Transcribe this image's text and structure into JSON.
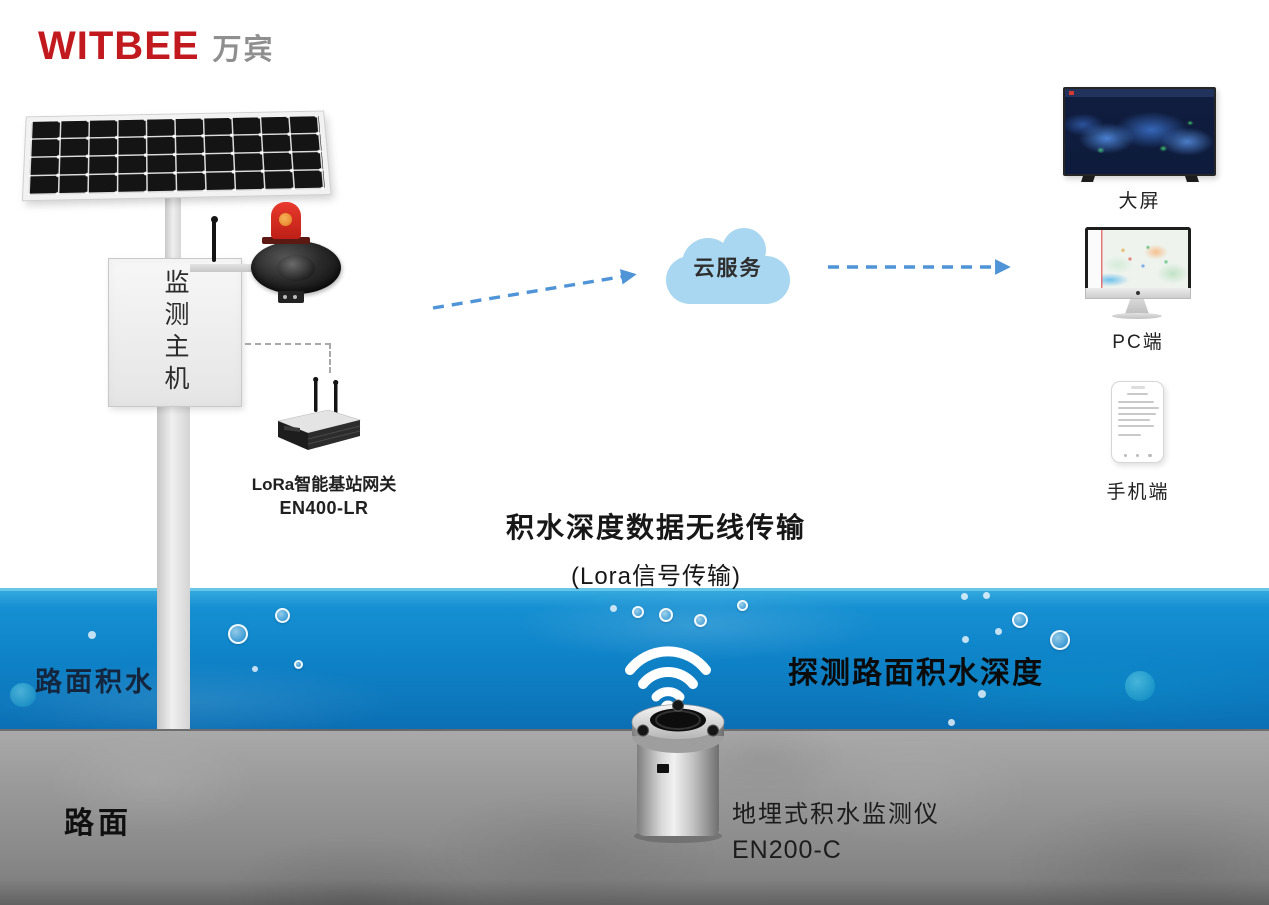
{
  "logo": {
    "brand": "WITBEE",
    "suffix": "万宾"
  },
  "station": {
    "host_label": "监测主机",
    "gateway_name": "LoRa智能基站网关",
    "gateway_model": "EN400-LR"
  },
  "cloud": {
    "label": "云服务"
  },
  "terminals": {
    "big_screen_label": "大屏",
    "pc_label": "PC端",
    "mobile_label": "手机端"
  },
  "transmission": {
    "line1": "积水深度数据无线传输",
    "line2": "(Lora信号传输)"
  },
  "scene": {
    "water_label": "路面积水",
    "road_label": "路面",
    "detect_label": "探测路面积水深度"
  },
  "sensor": {
    "name": "地埋式积水监测仪",
    "model": "EN200-C"
  },
  "colors": {
    "logo_red": "#c2191f",
    "water_blue": "#0f84c9",
    "ground_gray": "#989898",
    "arrow_blue": "#4f94d6",
    "cloud_blue": "#a9d6f0"
  }
}
